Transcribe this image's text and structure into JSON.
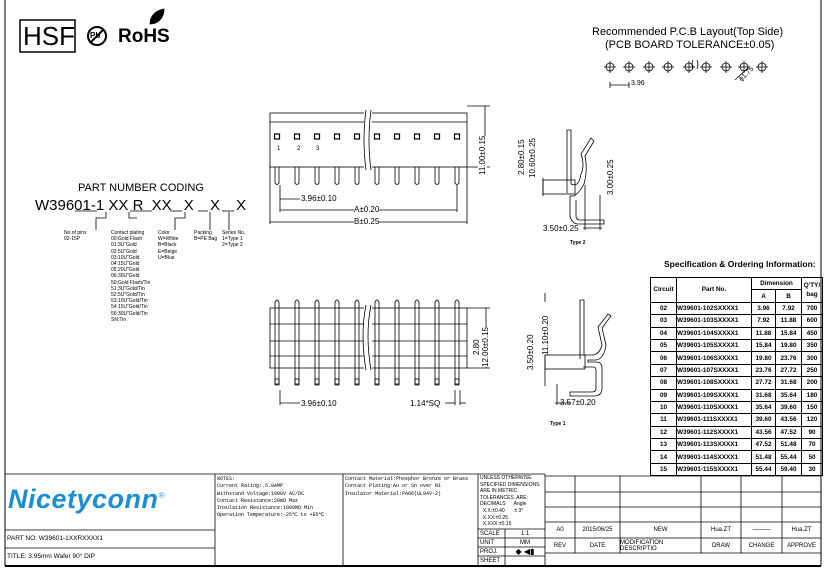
{
  "logos": {
    "hsf": "HSF",
    "pb": "Pb",
    "rohs": "RoHS"
  },
  "pcb_layout": {
    "title": "Recommended P.C.B Layout(Top Side)",
    "tolerance": "(PCB BOARD TOLERANCE±0.05)",
    "pitch": "3.96",
    "hole": "ϕ1.75"
  },
  "part_coding": {
    "title": "PART NUMBER CODING",
    "code": [
      "W39601-1",
      "XX",
      "R",
      "XX",
      "X",
      "X",
      "X"
    ],
    "pins": [
      "No.of pins",
      "02-15P"
    ],
    "plating": [
      "Contact plating",
      "00:Gold Flash",
      "01:3U\"Gold",
      "02:5U\"Gold",
      "03:10U\"Gold",
      "04:15U\"Gold",
      "05:20U\"Gold",
      "06:30U\"Gold",
      "50:Gold Flash/Tin",
      "51:3U\"Gold/Tin",
      "52:5U\"Gold/Tin",
      "53:10U\"Gold/Tin",
      "54:15U\"Gold/Tin",
      "56:30U\"Gold/Tin",
      "SN:Tin"
    ],
    "color": [
      "Color",
      "W=White",
      "B=Black",
      "E=Beige",
      "U=Blue"
    ],
    "packing": [
      "Packing",
      "B=PE Bag"
    ],
    "series": [
      "Series No.",
      "1=Type 1",
      "2=Type 2"
    ]
  },
  "drawing_top": {
    "pin_labels": [
      "1",
      "2",
      "3"
    ],
    "pitch": "3.96±0.10",
    "dim_a": "A±0.20",
    "dim_b": "B±0.25",
    "height": "11.00±0.15"
  },
  "drawing_type2": {
    "d1": "2.80±0.15",
    "d2": "10.60±0.25",
    "d3": "3.00±0.25",
    "d4": "3.50±0.25",
    "label": "Type 2"
  },
  "drawing_bottom": {
    "pitch": "3.96±0.10",
    "pin_size": "1.14*SQ",
    "d1": "2.80",
    "d2": "12.00±0.15"
  },
  "drawing_type1": {
    "d1": "3.50±0.20",
    "d2": "11.10±0.20",
    "d3": "3.57±0.20",
    "label": "Type 1"
  },
  "spec": {
    "title": "Specification & Ordering Information:",
    "headers": {
      "circuit": "Circuit",
      "part": "Part No.",
      "dimension": "Dimension",
      "a": "A",
      "b": "B",
      "qty": "Q'TY/ bag"
    },
    "rows": [
      [
        "02",
        "W39601-102SXXXX1",
        "3.96",
        "7.92",
        "700"
      ],
      [
        "03",
        "W39601-103SXXXX1",
        "7.92",
        "11.88",
        "600"
      ],
      [
        "04",
        "W39601-104SXXXX1",
        "11.88",
        "15.84",
        "450"
      ],
      [
        "05",
        "W39601-105SXXXX1",
        "15.84",
        "19.80",
        "350"
      ],
      [
        "06",
        "W39601-106SXXXX1",
        "19.80",
        "23.76",
        "300"
      ],
      [
        "07",
        "W39601-107SXXXX1",
        "23.76",
        "27.72",
        "250"
      ],
      [
        "08",
        "W39601-108SXXXX1",
        "27.72",
        "31.68",
        "200"
      ],
      [
        "09",
        "W39601-109SXXXX1",
        "31.68",
        "35.64",
        "180"
      ],
      [
        "10",
        "W39601-110SXXXX1",
        "35.64",
        "39.60",
        "150"
      ],
      [
        "11",
        "W39601-111SXXXX1",
        "39.60",
        "43.56",
        "120"
      ],
      [
        "12",
        "W39601-112SXXXX1",
        "43.56",
        "47.52",
        "90"
      ],
      [
        "13",
        "W39601-113SXXXX1",
        "47.52",
        "51.48",
        "70"
      ],
      [
        "14",
        "W39601-114SXXXX1",
        "51.48",
        "55.44",
        "50"
      ],
      [
        "15",
        "W39601-115SXXXX1",
        "55.44",
        "59.40",
        "30"
      ]
    ]
  },
  "title_block": {
    "brand": "Nicetyconn",
    "brand_color": "#1a8fd6",
    "registered": "®",
    "part_no": "PART NO: W39601-1XXRXXXX1",
    "title": "TITLE: 3.95mm Wafer 90° DIP",
    "notes": [
      "NOTES:",
      "Current Rating:.5.0AMP",
      "Withstand Voltage:1000V AC/DC",
      "Contact Resistance:20mΩ Max",
      "Insulation Resistance:1000MΩ Min",
      "Operation Temperature:-25℃ to +85℃"
    ],
    "materials": [
      "Contact Material:Phosphor Bronze or Brass",
      "Contact Plating:Au or Sn over Ni",
      "Insulator Material:PA66(UL94V-2)"
    ],
    "tolerance": [
      "UNLESS OTHERWISE",
      "SPECIFIED DIMENSIONS",
      "ARE IN METRIC",
      "TOLERANCES  ARE:",
      "DECIMALS      Angle",
      "  X.X:±0.40       ± 3°",
      "  X.XX:±0.25",
      "  X.XXX:±0.15"
    ],
    "scale_label": "SCALE",
    "scale": "1:1",
    "unit_label": "UNIT",
    "unit": "MM",
    "proj_label": "PROJ.",
    "sheet_label": "SHEET",
    "rev": {
      "rev": "A0",
      "date": "2015/06/25",
      "desc": "NEW",
      "draw": "Hua.ZT",
      "change": "———",
      "approve": "Hua.ZT"
    },
    "rev_headers": [
      "REV",
      "DATE",
      "MODIFICATION DESCRIPTIO",
      "DRAW",
      "CHANGE",
      "APPROVE"
    ]
  }
}
